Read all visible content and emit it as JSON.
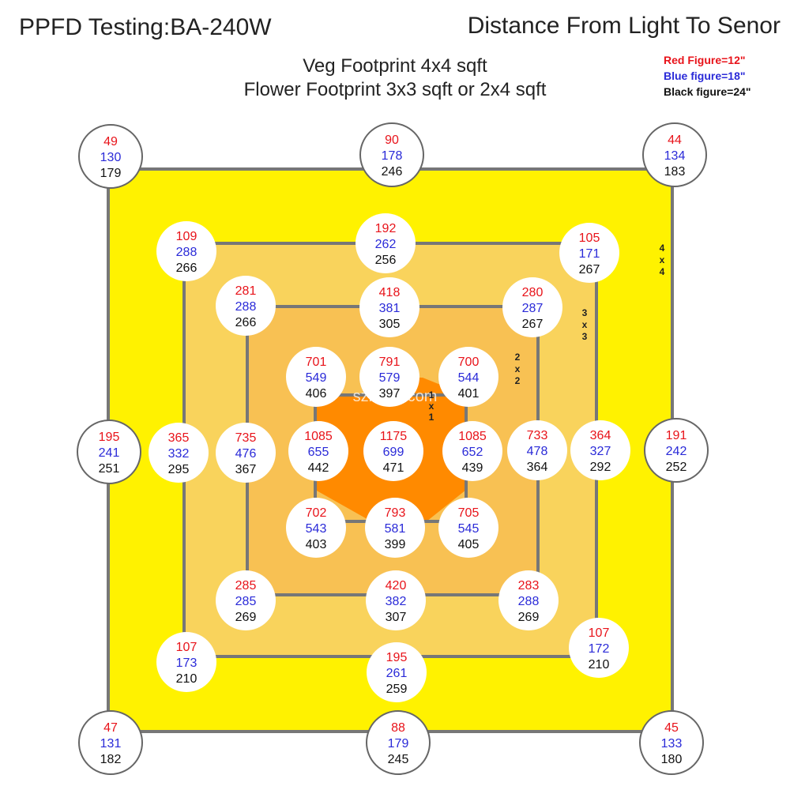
{
  "header": {
    "title": "PPFD Testing:BA-240W",
    "distance_title": "Distance From Light To  Senor"
  },
  "footprint": {
    "veg": "Veg Footprint   4x4 sqft",
    "flower": "Flower Footprint 3x3 sqft or 2x4 sqft"
  },
  "legend": {
    "red": "Red Figure=12\"",
    "blue": "Blue figure=18\"",
    "black": "Black figure=24\""
  },
  "colors": {
    "red": "#e8131a",
    "blue": "#2a2ad8",
    "black": "#111111",
    "zone_4x4": "#fff200",
    "zone_3x3": "#f9d35c",
    "zone_2x2": "#f8c153",
    "zone_1x1": "#ff8a00",
    "border": "#777777"
  },
  "zone_labels": {
    "z4x4": [
      "4",
      "x",
      "4"
    ],
    "z3x3": [
      "3",
      "x",
      "3"
    ],
    "z2x2": [
      "2",
      "x",
      "2"
    ],
    "z1x1": [
      "1",
      "x",
      "1"
    ]
  },
  "watermark": "szbava.com",
  "readings": [
    {
      "id": "c-tl",
      "v": [
        "49",
        "130",
        "179"
      ]
    },
    {
      "id": "c-tc",
      "v": [
        "90",
        "178",
        "246"
      ]
    },
    {
      "id": "c-tr",
      "v": [
        "44",
        "134",
        "183"
      ]
    },
    {
      "id": "c-ml",
      "v": [
        "195",
        "241",
        "251"
      ]
    },
    {
      "id": "c-mr",
      "v": [
        "191",
        "242",
        "252"
      ]
    },
    {
      "id": "c-bl",
      "v": [
        "47",
        "131",
        "182"
      ]
    },
    {
      "id": "c-bc",
      "v": [
        "88",
        "179",
        "245"
      ]
    },
    {
      "id": "c-br",
      "v": [
        "45",
        "133",
        "180"
      ]
    },
    {
      "id": "b-tl",
      "v": [
        "109",
        "288",
        "266"
      ]
    },
    {
      "id": "b-tc",
      "v": [
        "192",
        "262",
        "256"
      ]
    },
    {
      "id": "b-tr",
      "v": [
        "105",
        "171",
        "267"
      ]
    },
    {
      "id": "b-ml",
      "v": [
        "365",
        "332",
        "295"
      ]
    },
    {
      "id": "b-mr",
      "v": [
        "364",
        "327",
        "292"
      ]
    },
    {
      "id": "b-bl",
      "v": [
        "107",
        "173",
        "210"
      ]
    },
    {
      "id": "b-bc",
      "v": [
        "195",
        "261",
        "259"
      ]
    },
    {
      "id": "b-br",
      "v": [
        "107",
        "172",
        "210"
      ]
    },
    {
      "id": "a-tl",
      "v": [
        "281",
        "288",
        "266"
      ]
    },
    {
      "id": "a-tc",
      "v": [
        "418",
        "381",
        "305"
      ]
    },
    {
      "id": "a-tr",
      "v": [
        "280",
        "287",
        "267"
      ]
    },
    {
      "id": "a-ml",
      "v": [
        "735",
        "476",
        "367"
      ]
    },
    {
      "id": "a-mr",
      "v": [
        "733",
        "478",
        "364"
      ]
    },
    {
      "id": "a-bl",
      "v": [
        "285",
        "285",
        "269"
      ]
    },
    {
      "id": "a-bc",
      "v": [
        "420",
        "382",
        "307"
      ]
    },
    {
      "id": "a-br",
      "v": [
        "283",
        "288",
        "269"
      ]
    },
    {
      "id": "i-tl",
      "v": [
        "701",
        "549",
        "406"
      ]
    },
    {
      "id": "i-tc",
      "v": [
        "791",
        "579",
        "397"
      ]
    },
    {
      "id": "i-tr",
      "v": [
        "700",
        "544",
        "401"
      ]
    },
    {
      "id": "i-ml",
      "v": [
        "1085",
        "655",
        "442"
      ]
    },
    {
      "id": "i-mc",
      "v": [
        "1175",
        "699",
        "471"
      ]
    },
    {
      "id": "i-mr",
      "v": [
        "1085",
        "652",
        "439"
      ]
    },
    {
      "id": "i-bl",
      "v": [
        "702",
        "543",
        "403"
      ]
    },
    {
      "id": "i-bc",
      "v": [
        "793",
        "581",
        "399"
      ]
    },
    {
      "id": "i-br",
      "v": [
        "705",
        "545",
        "405"
      ]
    }
  ]
}
